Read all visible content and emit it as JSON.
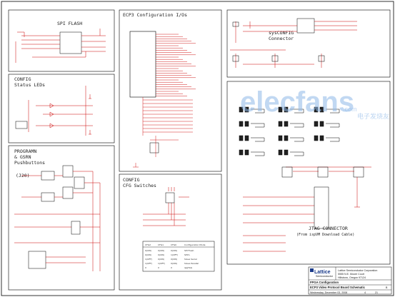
{
  "sections": {
    "spi_flash": {
      "title": "SPI FLASH"
    },
    "status_leds": {
      "title_line1": "CONFIG",
      "title_line2": "Status LEDs"
    },
    "pushbuttons": {
      "title_line1": "PROGRAMN",
      "title_line2": "& GSRN",
      "title_line3": "Pushbuttons",
      "sub": "(J20)"
    },
    "ecp3_io": {
      "title": "ECP3 Configuration I/Os"
    },
    "cfg_switches": {
      "title_line1": "CONFIG",
      "title_line2": "CFG Switches"
    },
    "sysconfig": {
      "title_line1": "sysCONFIG",
      "title_line2": "Connector"
    },
    "jtag": {
      "title": "JTAG CONNECTOR",
      "sub": "(From ispVM Download Cable)"
    }
  },
  "cfg_table": {
    "headers": [
      "CFG2",
      "CFG1",
      "CFG0",
      "Configuration Mode"
    ],
    "rows": [
      [
        "0(ON)",
        "0(ON)",
        "0(ON)",
        "SPI Flash"
      ],
      [
        "0(ON)",
        "0(ON)",
        "1(OFF)",
        "SPIm"
      ],
      [
        "1(OFF)",
        "0(ON)",
        "0(ON)",
        "Slave Serial"
      ],
      [
        "1(OFF)",
        "1(OFF)",
        "0(ON)",
        "Slave Parallel"
      ],
      [
        "X",
        "X",
        "X",
        "ispJTAG"
      ]
    ]
  },
  "title_block": {
    "company": "Lattice",
    "company_sub": "Semiconductor",
    "addr1": "Lattice Semiconductor Corporation",
    "addr2": "5555 N.E. Moore Court",
    "addr3": "Hillsboro, Oregon 97124",
    "sheet_title": "FPGA Configuration",
    "doc_title": "ECP3 Video Protocol Board Schematic",
    "date": "Wednesday, December 03, 2008",
    "sheet_no": "4",
    "sheet_of": "21",
    "rev": "B"
  },
  "watermark": {
    "text": "elecfans",
    "dotcom": ".com",
    "sub": "电子发烧友"
  },
  "colors": {
    "wire": "#c00000",
    "border": "#000000",
    "label_text": "#333333",
    "watermark": "#8fb9e8"
  }
}
